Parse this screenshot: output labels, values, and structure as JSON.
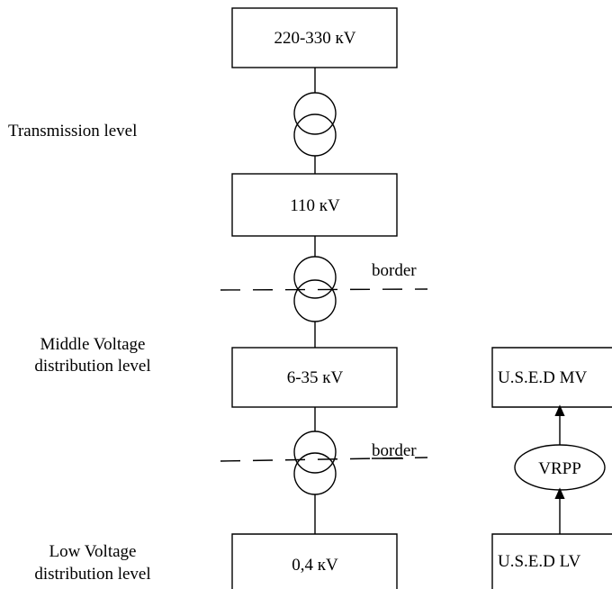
{
  "levels": {
    "transmission": "Transmission level",
    "middle_line1": "Middle Voltage",
    "middle_line2": "distribution level",
    "low_line1": "Low Voltage",
    "low_line2": "distribution level"
  },
  "voltage_boxes": {
    "v220_330": "220-330 кV",
    "v110": "110 кV",
    "v6_35": "6-35 кV",
    "v0_4": "0,4 кV"
  },
  "borders": {
    "upper": "border",
    "lower": "border"
  },
  "side_chain": {
    "mv_box": "U.S.E.D MV",
    "vrpp": "VRPP",
    "lv_box": "U.S.E.D LV"
  }
}
